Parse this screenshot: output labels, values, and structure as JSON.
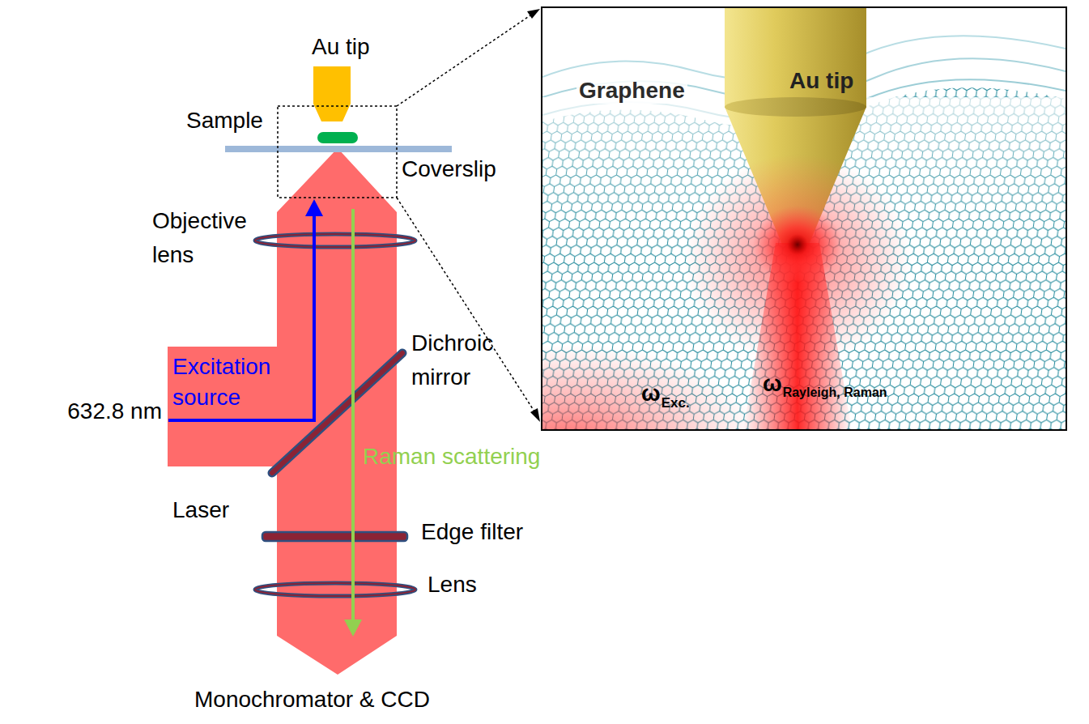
{
  "diagram": {
    "nodes": [
      {
        "text": [
          "Excitation source",
          "Laser"
        ]
      },
      {
        "text": [
          "Graphene"
        ]
      },
      {
        "text": [
          "Au tip"
        ],
        "in": 1
      }
    ],
    "labels": [
      "Au tip",
      "Sample",
      "Coverslip",
      "Objective lens",
      "Dichroic mirror",
      "632.8 nm",
      "Raman scattering",
      "Edge filter",
      "Lens",
      "Monochromator & CCD",
      "ω",
      "Exc.",
      "ω",
      "Rayleigh, Raman"
    ]
  }
}
